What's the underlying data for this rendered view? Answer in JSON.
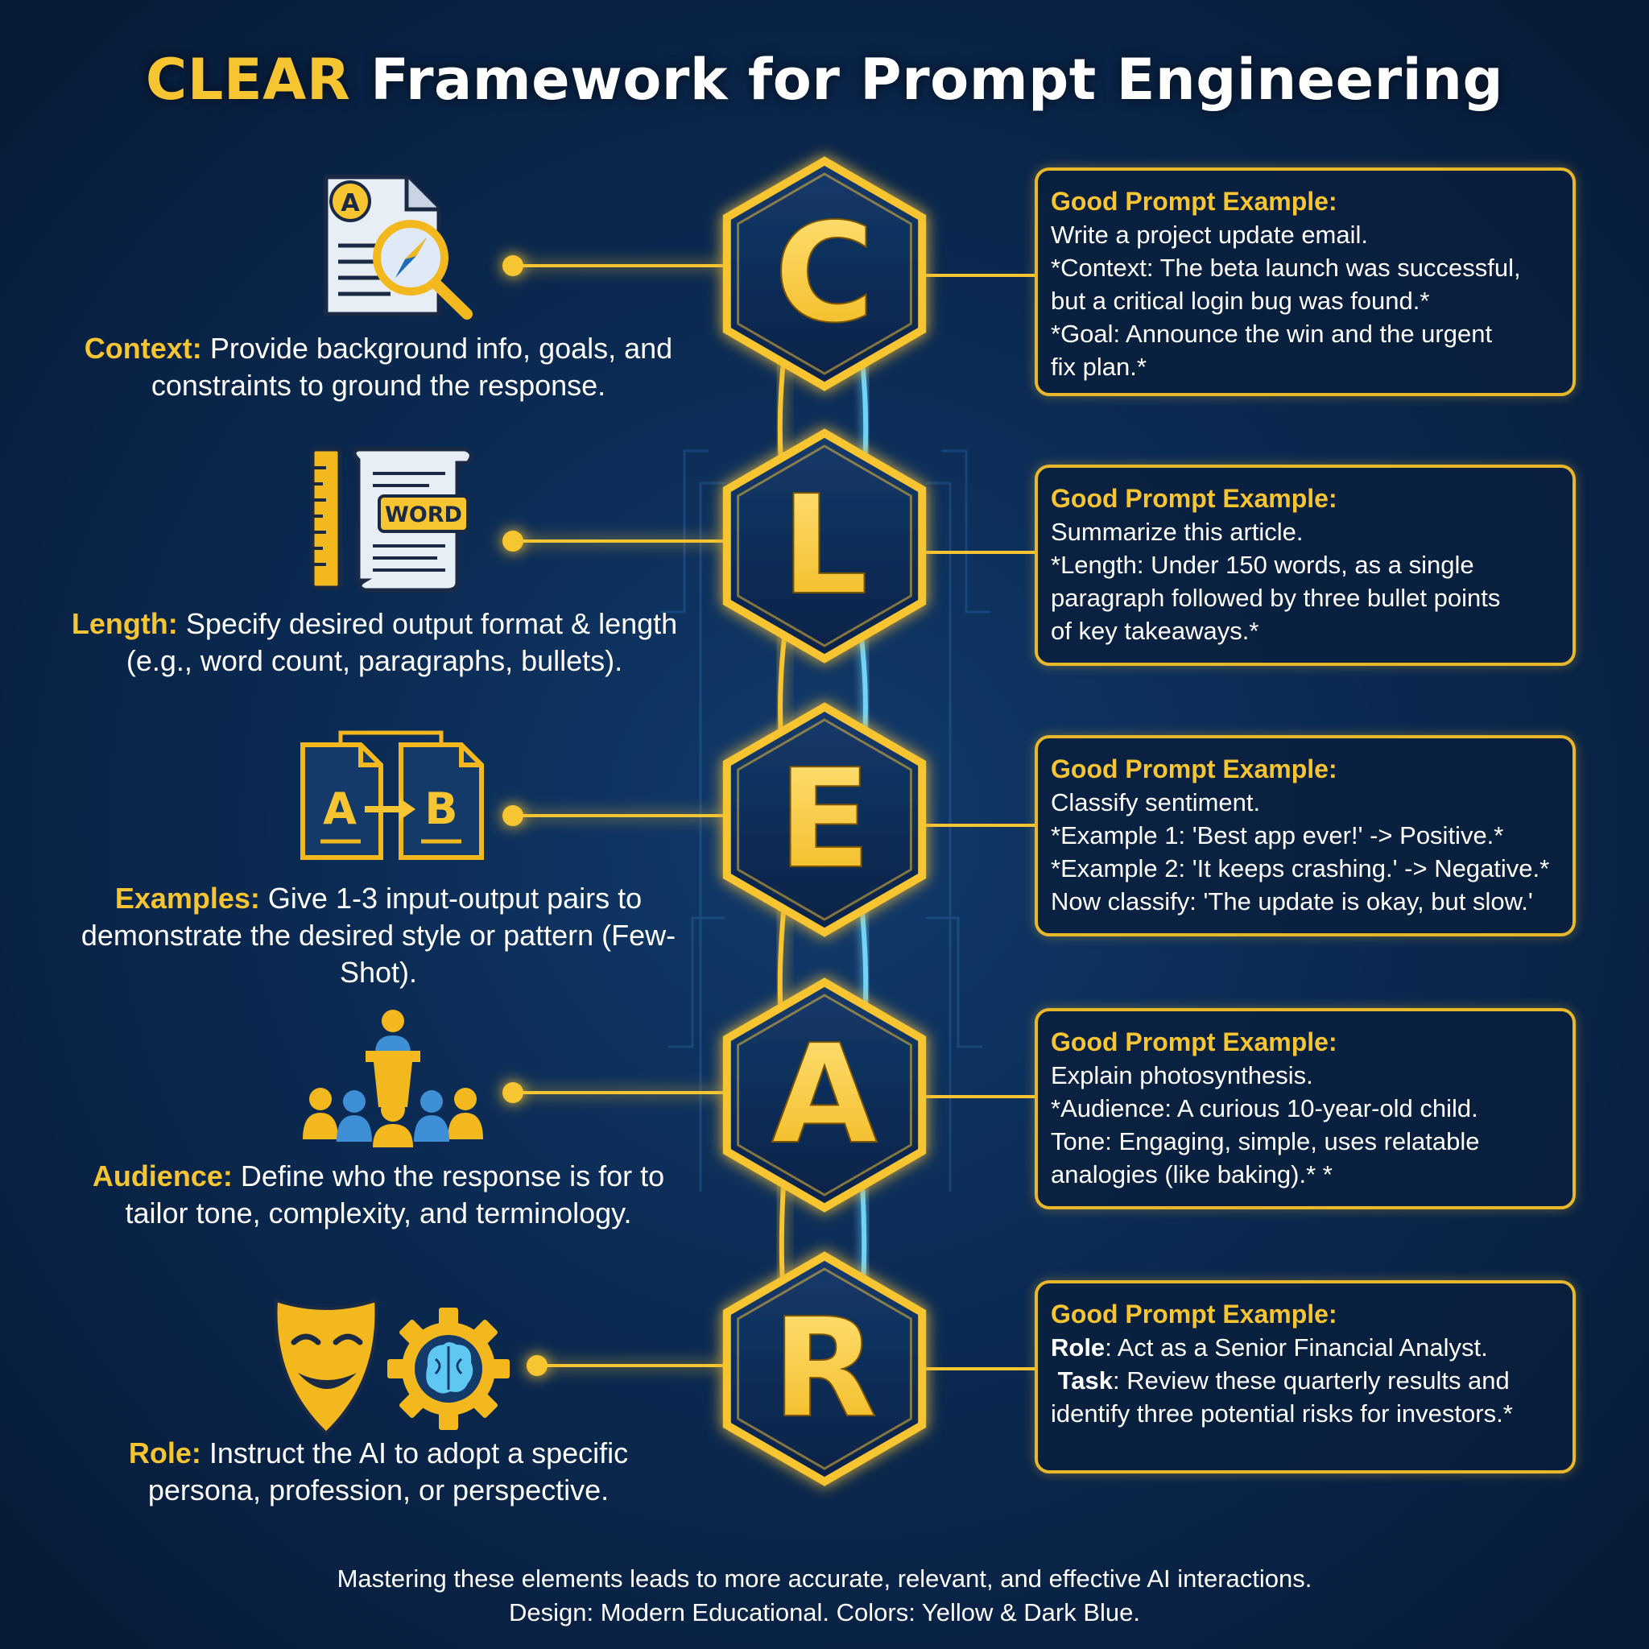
{
  "title": {
    "accent": "CLEAR",
    "rest": "Framework for Prompt Engineering"
  },
  "colors": {
    "accent": "#f7c531",
    "background": "#0b2a52",
    "glow": "#5ec8f2"
  },
  "elements": [
    {
      "letter": "C",
      "icon": "document-magnifier-icon",
      "term": "Context:",
      "description": "Provide background info, goals, and constraints to ground the response.",
      "example_title": "Good Prompt Example:",
      "example_lines": [
        "Write a project update email.",
        "*Context: The beta launch was successful,",
        "but a critical login bug was found.*",
        "*Goal: Announce the win and the urgent",
        "fix plan.*"
      ]
    },
    {
      "letter": "L",
      "icon": "ruler-word-scroll-icon",
      "icon_text": "WORD",
      "term": "Length:",
      "description": "Specify desired output format & length (e.g., word count, paragraphs, bullets).",
      "example_title": "Good Prompt Example:",
      "example_lines": [
        "Summarize this article.",
        "*Length: Under 150 words, as a single",
        "paragraph followed by three bullet points",
        "of key takeaways.*"
      ]
    },
    {
      "letter": "E",
      "icon": "a-to-b-documents-icon",
      "icon_text_a": "A",
      "icon_text_b": "B",
      "term": "Examples:",
      "description": "Give 1-3 input-output pairs to demonstrate the desired style or pattern (Few-Shot).",
      "example_title": "Good Prompt Example:",
      "example_lines": [
        "Classify sentiment.",
        "*Example 1: 'Best app ever!' -> Positive.*",
        "*Example 2: 'It keeps crashing.' -> Negative.*",
        "Now classify: 'The update is okay, but slow.'"
      ]
    },
    {
      "letter": "A",
      "icon": "speaker-audience-icon",
      "term": "Audience:",
      "description": "Define who the response is for to tailor tone, complexity, and terminology.",
      "example_title": "Good Prompt Example:",
      "example_lines": [
        "Explain photosynthesis.",
        "*Audience: A curious 10-year-old child.",
        "Tone: Engaging, simple, uses relatable",
        "analogies (like baking).* *"
      ]
    },
    {
      "letter": "R",
      "icon": "theater-mask-brain-gear-icon",
      "term": "Role:",
      "description": "Instruct the AI to adopt a specific persona, profession, or perspective.",
      "example_title": "Good Prompt Example:",
      "role_label": "Role",
      "role_text": ": Act as a Senior Financial Analyst.",
      "task_label": "Task",
      "task_text": ": Review these quarterly results and",
      "task_text_2": "identify three potential risks for investors.*"
    }
  ],
  "footer": {
    "line1": "Mastering these elements leads to more accurate, relevant, and effective AI interactions.",
    "line2": "Design: Modern Educational. Colors: Yellow & Dark Blue."
  }
}
